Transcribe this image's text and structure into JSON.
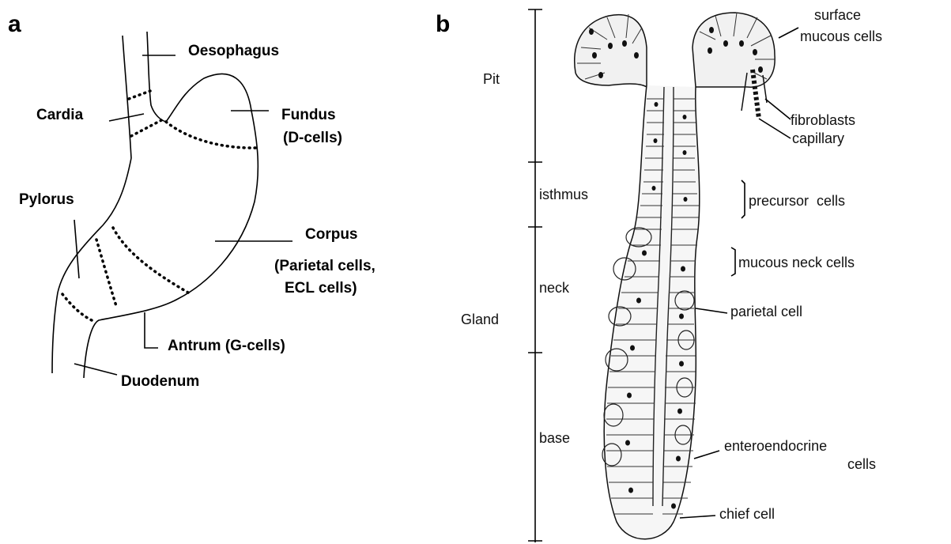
{
  "panel_a": {
    "letter": "a",
    "labels": {
      "oesophagus": "Oesophagus",
      "cardia": "Cardia",
      "fundus": "Fundus",
      "fundus_cells": "(D-cells)",
      "pylorus": "Pylorus",
      "corpus": "Corpus",
      "corpus_cells_1": "(Parietal cells,",
      "corpus_cells_2": "ECL cells)",
      "antrum": "Antrum (G-cells)",
      "duodenum": "Duodenum"
    }
  },
  "panel_b": {
    "letter": "b",
    "regions": {
      "pit": "Pit",
      "isthmus": "isthmus",
      "neck": "neck",
      "gland": "Gland",
      "base": "base"
    },
    "labels": {
      "surface_1": "surface",
      "surface_2": "mucous cells",
      "fibroblasts": "fibroblasts",
      "capillary": "capillary",
      "precursor": "precursor  cells",
      "mucous_neck": "mucous neck cells",
      "parietal": "parietal cell",
      "entero_1": "enteroendocrine",
      "entero_2": "cells",
      "chief": "chief cell"
    }
  }
}
